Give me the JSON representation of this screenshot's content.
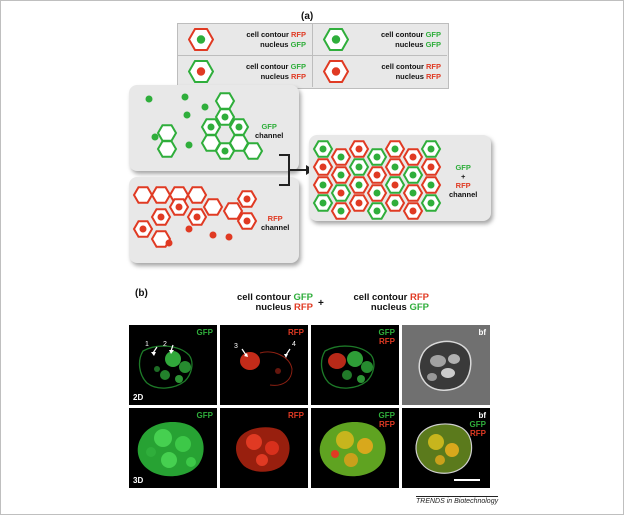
{
  "panel_a": {
    "label": "(a)",
    "legend": [
      {
        "line1_prefix": "cell contour",
        "line1_value": "RFP",
        "line2_prefix": "nucleus",
        "line2_value": "GFP"
      },
      {
        "line1_prefix": "cell contour",
        "line1_value": "GFP",
        "line2_prefix": "nucleus",
        "line2_value": "GFP"
      },
      {
        "line1_prefix": "cell contour",
        "line1_value": "GFP",
        "line2_prefix": "nucleus",
        "line2_value": "RFP"
      },
      {
        "line1_prefix": "cell contour",
        "line1_value": "RFP",
        "line2_prefix": "nucleus",
        "line2_value": "RFP"
      }
    ],
    "gfp_channel": {
      "color_word": "GFP",
      "word": "channel"
    },
    "rfp_channel": {
      "color_word": "RFP",
      "word": "channel"
    },
    "merged_channel": {
      "gfp": "GFP",
      "plus": "+",
      "rfp": "RFP",
      "word": "channel"
    }
  },
  "panel_b": {
    "label": "(b)",
    "header_left": {
      "line1_prefix": "cell contour",
      "line1_value": "GFP",
      "line2_prefix": "nucleus",
      "line2_value": "RFP"
    },
    "plus": "+",
    "header_right": {
      "line1_prefix": "cell contour",
      "line1_value": "RFP",
      "line2_prefix": "nucleus",
      "line2_value": "GFP"
    },
    "row_2d": {
      "dim": "2D",
      "labels": {
        "gfp": "GFP",
        "rfp": "RFP",
        "merge_gfp": "GFP",
        "merge_rfp": "RFP",
        "bf": "bf"
      },
      "arrows": [
        "1",
        "2",
        "3",
        "4"
      ]
    },
    "row_3d": {
      "dim": "3D",
      "labels": {
        "gfp": "GFP",
        "rfp": "RFP",
        "merge_gfp": "GFP",
        "merge_rfp": "RFP",
        "bf": "bf",
        "bf_gfp": "GFP",
        "bf_rfp": "RFP"
      }
    }
  },
  "credit": "TRENDS in Biotechnology",
  "colors": {
    "gfp": "#2fae3b",
    "rfp": "#e03a23",
    "panel": "#e8e8e8"
  }
}
